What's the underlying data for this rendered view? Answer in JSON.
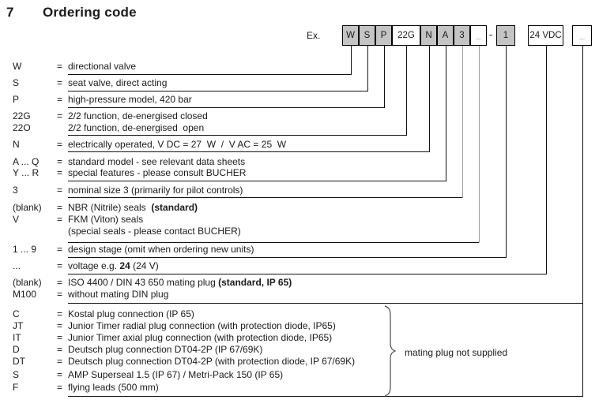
{
  "title": {
    "section_number": "7",
    "text": "Ordering code"
  },
  "example": {
    "label": "Ex.",
    "dash": "-",
    "boxes": [
      {
        "label": "W",
        "filled": true,
        "muted": false
      },
      {
        "label": "S",
        "filled": true,
        "muted": false
      },
      {
        "label": "P",
        "filled": true,
        "muted": false
      },
      {
        "label": "22G",
        "filled": false,
        "muted": false
      },
      {
        "label": "N",
        "filled": true,
        "muted": false
      },
      {
        "label": "A",
        "filled": true,
        "muted": false
      },
      {
        "label": "3",
        "filled": true,
        "muted": false
      },
      {
        "label": "_",
        "filled": false,
        "muted": true
      },
      {
        "label": "1",
        "filled": true,
        "muted": false
      },
      {
        "label": "24 VDC",
        "filled": false,
        "muted": false
      },
      {
        "label": "_",
        "filled": false,
        "muted": true
      }
    ]
  },
  "legend": {
    "rows": [
      {
        "code": "W",
        "eq": "=",
        "segments": [
          {
            "text": "directional valve"
          }
        ]
      },
      {
        "code": "S",
        "eq": "=",
        "segments": [
          {
            "text": "seat valve, direct acting"
          }
        ]
      },
      {
        "code": "P",
        "eq": "=",
        "segments": [
          {
            "text": "high-pressure model, 420 bar"
          }
        ]
      },
      {
        "code": "22G",
        "eq": "=",
        "segments": [
          {
            "text": "2/2 function, de-energised closed"
          }
        ]
      },
      {
        "code": "22O",
        "eq": "",
        "segments": [
          {
            "text": "2/2 function, de-energised  open"
          }
        ]
      },
      {
        "code": "N",
        "eq": "=",
        "segments": [
          {
            "text": "electrically operated, V DC = 27  W  /  V AC = 25  W"
          }
        ]
      },
      {
        "code": "A ... Q",
        "eq": "=",
        "segments": [
          {
            "text": "standard model - see relevant data sheets"
          }
        ]
      },
      {
        "code": "Y ... R",
        "eq": "=",
        "segments": [
          {
            "text": "special features - please consult BUCHER"
          }
        ]
      },
      {
        "code": "3",
        "eq": "=",
        "segments": [
          {
            "text": "nominal size 3 (primarily for pilot controls)"
          }
        ]
      },
      {
        "code": "(blank)",
        "eq": "=",
        "segments": [
          {
            "text": "NBR (Nitrile) seals  "
          },
          {
            "text": "(standard)",
            "bold": true
          }
        ]
      },
      {
        "code": "V",
        "eq": "=",
        "segments": [
          {
            "text": "FKM (Viton) seals"
          }
        ]
      },
      {
        "code": "",
        "eq": "",
        "segments": [
          {
            "text": "(special seals - please contact BUCHER)"
          }
        ]
      },
      {
        "code": "1 ... 9",
        "eq": "=",
        "segments": [
          {
            "text": "design stage (omit when ordering new units)"
          }
        ]
      },
      {
        "code": "...",
        "eq": "=",
        "segments": [
          {
            "text": "voltage e.g. "
          },
          {
            "text": "24",
            "bold": true
          },
          {
            "text": " (24 V)"
          }
        ]
      },
      {
        "code": "(blank)",
        "eq": "=",
        "segments": [
          {
            "text": "ISO 4400 / DIN 43 650 mating plug "
          },
          {
            "text": "(standard, IP 65)",
            "bold": true
          }
        ]
      },
      {
        "code": "M100",
        "eq": "=",
        "segments": [
          {
            "text": "without mating DIN plug"
          }
        ]
      },
      {
        "code": "C",
        "eq": "=",
        "segments": [
          {
            "text": "Kostal plug connection (IP 65)"
          }
        ]
      },
      {
        "code": "JT",
        "eq": "=",
        "segments": [
          {
            "text": "Junior Timer radial plug connection (with protection diode, IP65)"
          }
        ]
      },
      {
        "code": "IT",
        "eq": "=",
        "segments": [
          {
            "text": "Junior Timer axial plug connection (with protection diode, IP65)"
          }
        ]
      },
      {
        "code": "D",
        "eq": "=",
        "segments": [
          {
            "text": "Deutsch plug connection DT04-2P (IP 67/69K)"
          }
        ]
      },
      {
        "code": "DT",
        "eq": "=",
        "segments": [
          {
            "text": "Deutsch plug connection DT04-2P (with protection diode, IP 67/69K)"
          }
        ]
      },
      {
        "code": "S",
        "eq": "=",
        "segments": [
          {
            "text": "AMP Superseal 1.5 (IP 67) / Metri-Pack 150 (IP 65)"
          }
        ]
      },
      {
        "code": "F",
        "eq": "=",
        "segments": [
          {
            "text": "flying leads (500 mm)"
          }
        ]
      }
    ]
  },
  "brace_note": "mating plug not supplied"
}
